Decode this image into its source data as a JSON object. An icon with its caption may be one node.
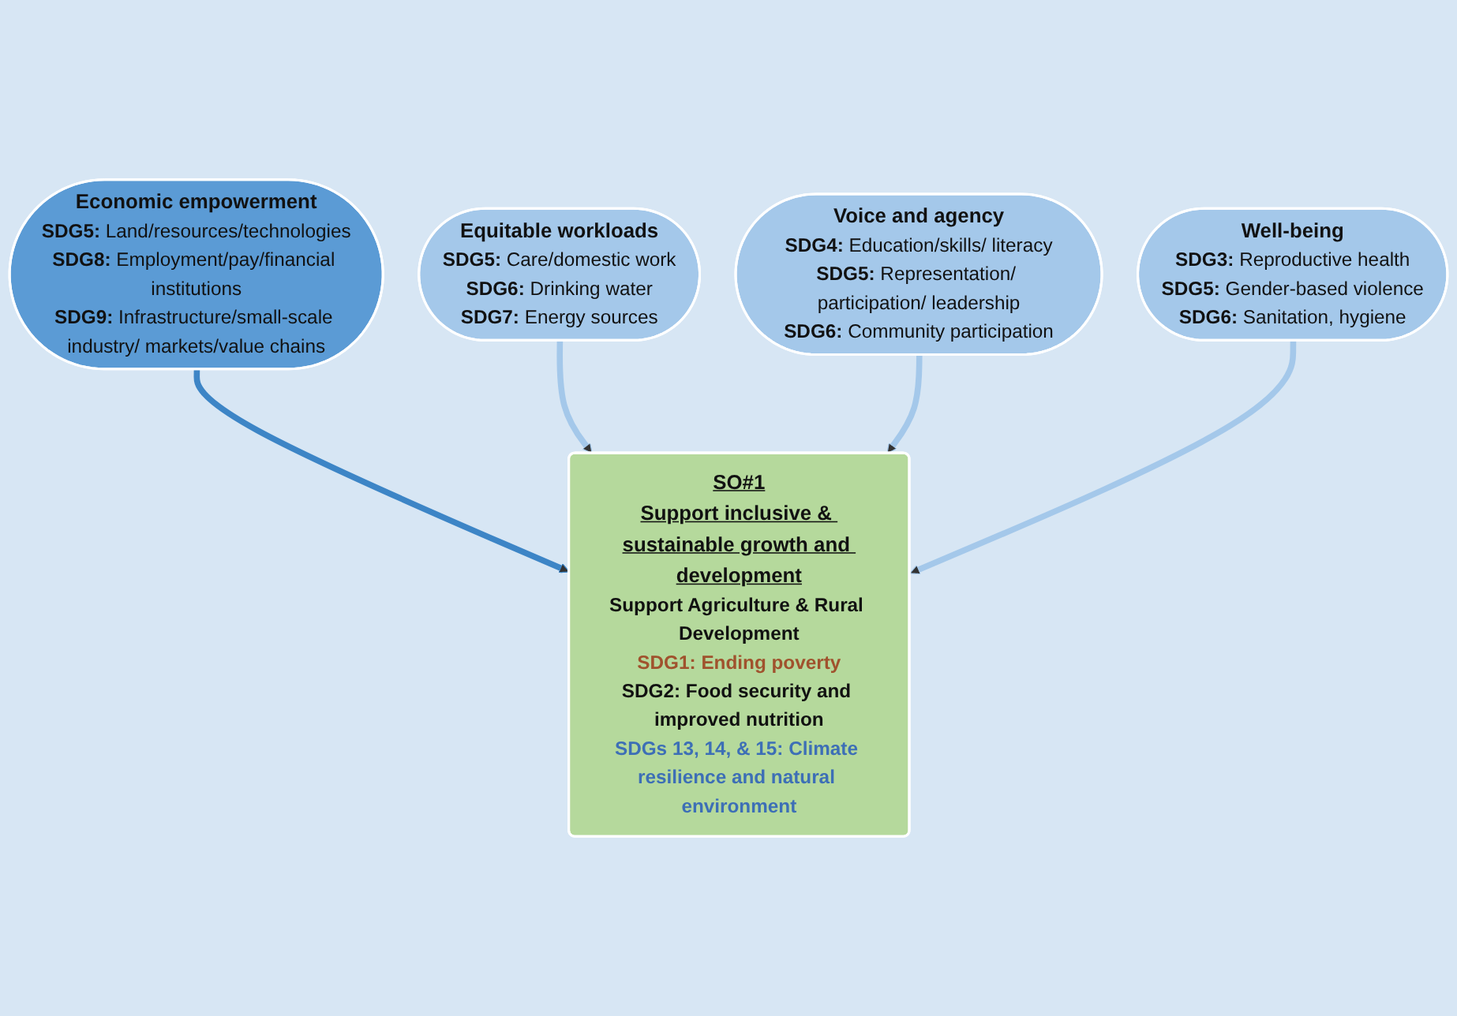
{
  "diagram": {
    "nodes": [
      {
        "text": [
          "Economic empowerment",
          "**SDG5:** Land/resources/technologies",
          "**SDG8:** Employment/pay/financial institutions",
          "**SDG9:** Infrastructure/small-scale industry/ markets/value chains"
        ]
      },
      {
        "text": [
          "Equitable workloads",
          "**SDG5:** Care/domestic work",
          "**SDG6:** Drinking water",
          "**SDG7:** Energy sources"
        ]
      },
      {
        "text": [
          "SO#1",
          "Support inclusive & sustainable growth and development",
          "Support Agriculture & Rural Development",
          "SDG1: Ending poverty",
          "SDG2: Food security and improved nutrition",
          "SDGs 13, 14, & 15: Climate resilience and natural environment"
        ]
      },
      {
        "text": [
          "Voice and agency",
          "**SDG4:** Education/skills/ literacy",
          "**SDG5:** Representation/ participation/ leadership",
          "**SDG6:** Community participation"
        ]
      },
      {
        "text": [
          "Well-being",
          "**SDG3:** Reproductive health",
          "**SDG5:** Gender-based violence",
          "**SDG6:** Sanitation, hygiene"
        ]
      }
    ],
    "edges": [
      {
        "from": 0,
        "to": 2,
        "arrow": "to",
        "color": "#3d85c6"
      },
      {
        "from": 1,
        "to": 2,
        "arrow": "to"
      },
      {
        "from": 3,
        "to": 2,
        "arrow": "to"
      },
      {
        "from": 4,
        "to": 2,
        "arrow": "to"
      }
    ]
  }
}
